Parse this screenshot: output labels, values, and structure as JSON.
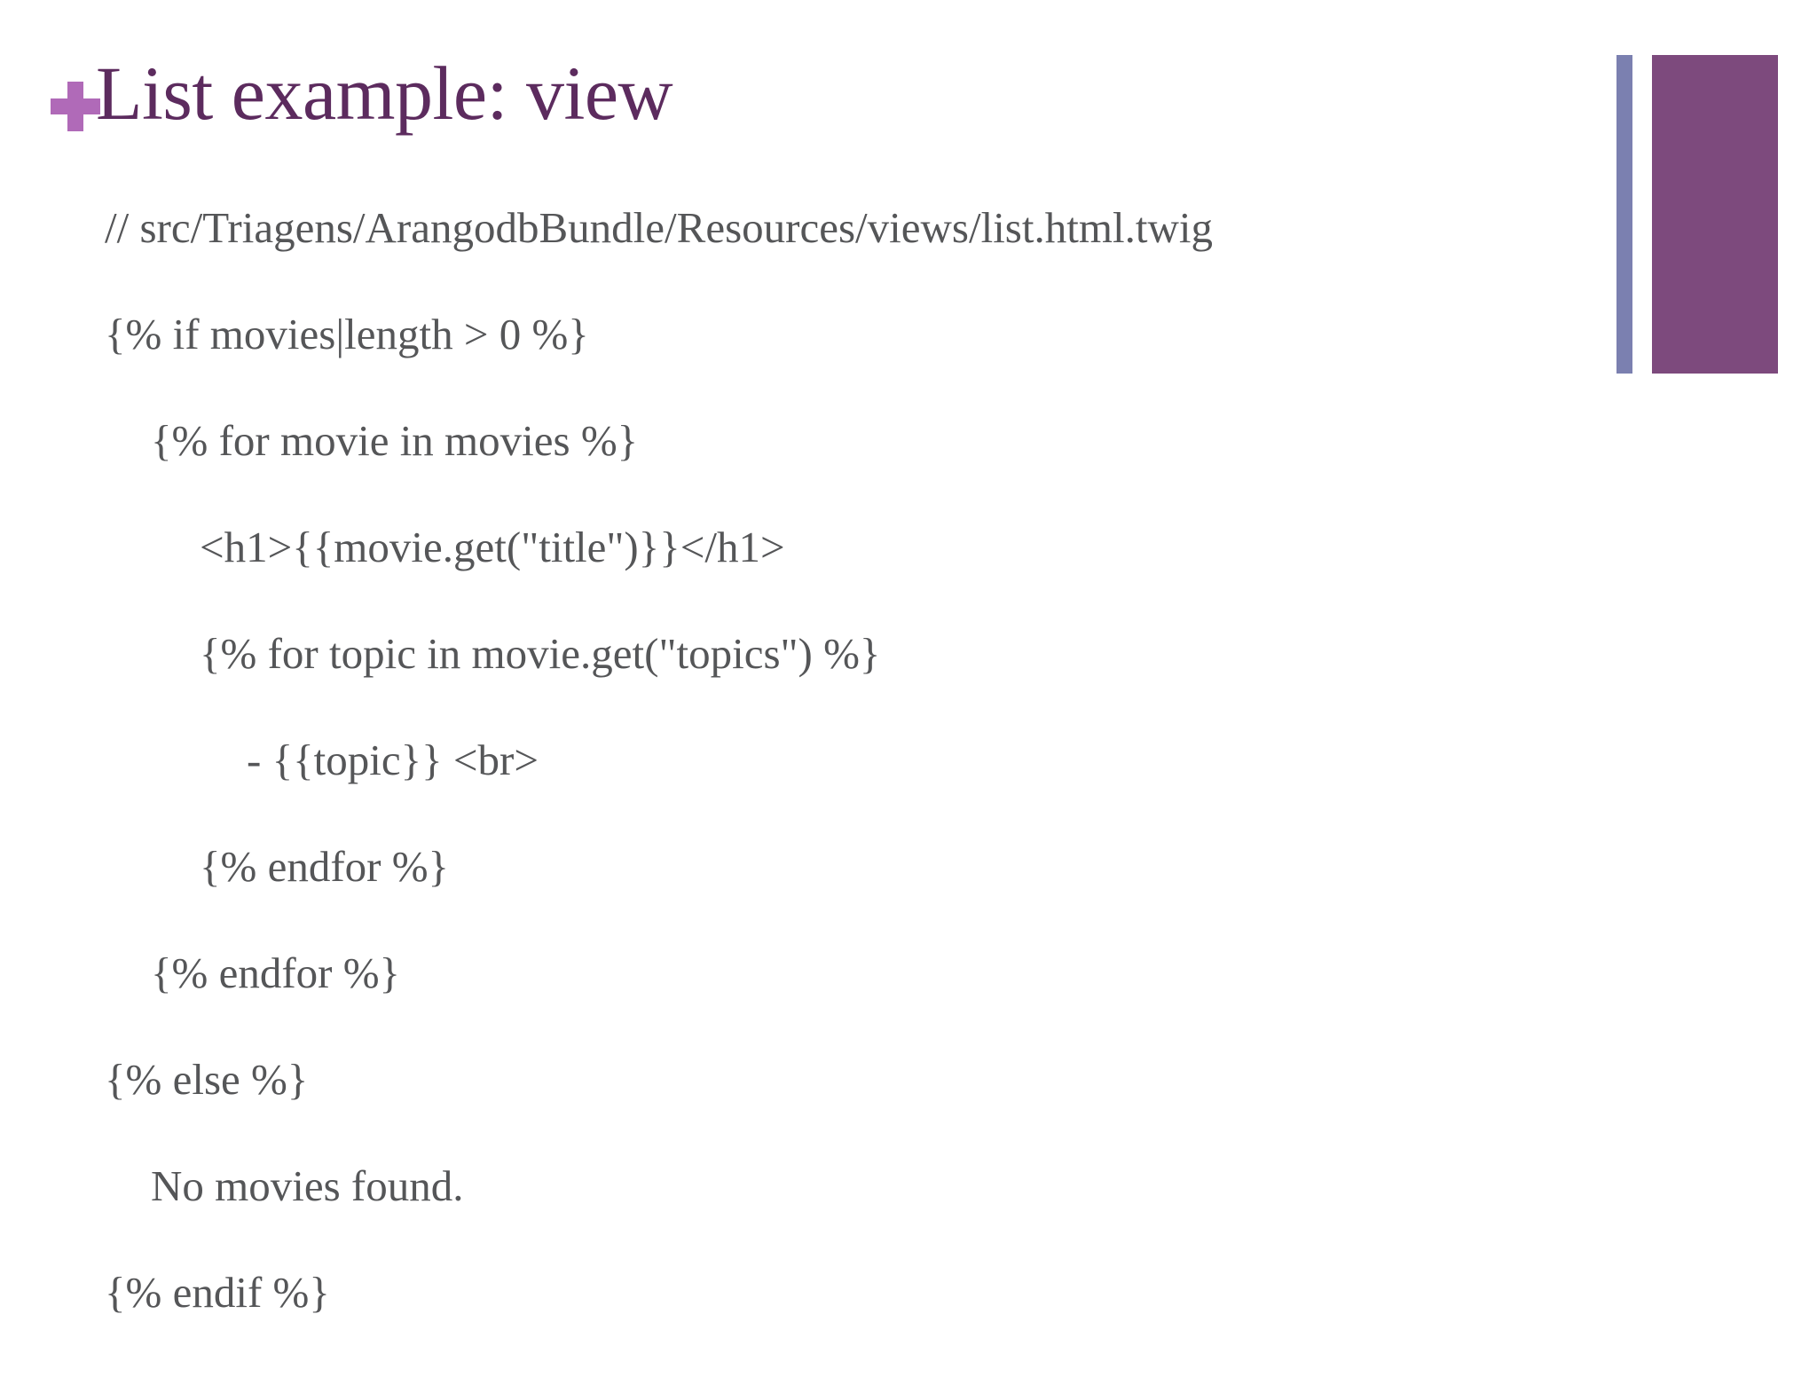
{
  "slide": {
    "title": "List example: view",
    "accent_color": "#5c2b5e",
    "plus_color": "#b06ab8",
    "deco_thin_color": "#7b80b0",
    "deco_block_color": "#7d4a7d",
    "body_text_color": "#555658",
    "background_color": "#ffffff"
  },
  "code": {
    "lines": [
      {
        "text": "// src/Triagens/ArangodbBundle/Resources/views/list.html.twig",
        "indent": 0
      },
      {
        "text": "{% if movies|length > 0 %}",
        "indent": 0
      },
      {
        "text": "{% for movie in movies %}",
        "indent": 1
      },
      {
        "text": "<h1>{{movie.get(\"title\")}}</h1>",
        "indent": 2
      },
      {
        "text": "{% for topic in movie.get(\"topics\") %}",
        "indent": 2
      },
      {
        "text": "- {{topic}} <br>",
        "indent": 3
      },
      {
        "text": "{% endfor %}",
        "indent": 2
      },
      {
        "text": "{% endfor %}",
        "indent": 1
      },
      {
        "text": "{% else %}",
        "indent": 0
      },
      {
        "text": "No movies found.",
        "indent": 1
      },
      {
        "text": "{% endif %}",
        "indent": 0
      }
    ]
  }
}
